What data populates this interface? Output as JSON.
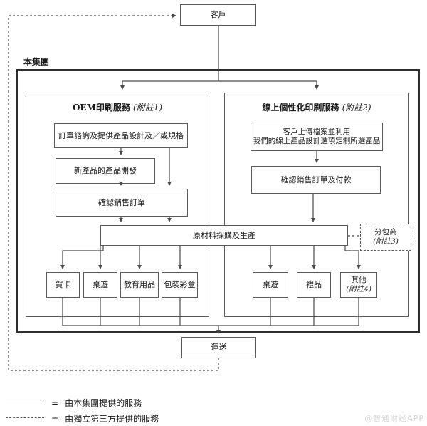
{
  "customer": {
    "label": "客戶"
  },
  "group": {
    "label": "本集團"
  },
  "oem": {
    "title": "OEM印刷服務",
    "note": "(附註1)",
    "step1": "訂單諮詢及提供產品設計及／或規格",
    "step2": "新產品的產品開發",
    "step3": "確認銷售訂單",
    "products": [
      "賀卡",
      "桌遊",
      "教育用品",
      "包裝彩盒"
    ]
  },
  "online": {
    "title": "線上個性化印刷服務",
    "note": "(附註2)",
    "step1_line1": "客戶上傳檔案並利用",
    "step1_line2": "我們的線上產品設計選項定制所選產品",
    "step2": "確認銷售訂單及付款",
    "products": [
      "桌遊",
      "禮品"
    ],
    "other": {
      "label": "其他",
      "note": "(附註4)"
    }
  },
  "production": {
    "label": "原材料採購及生產"
  },
  "subcontractor": {
    "label": "分包商",
    "note": "(附註3)"
  },
  "delivery": {
    "label": "運送"
  },
  "legend": {
    "solid": {
      "eq": "=",
      "label": "由本集團提供的服務"
    },
    "dashed": {
      "eq": "=",
      "label": "由獨立第三方提供的服務"
    }
  },
  "watermark": "@智通财经APP",
  "colors": {
    "line": "#4a4a4a",
    "border": "#5a5a5a",
    "text": "#1a1a1a"
  }
}
